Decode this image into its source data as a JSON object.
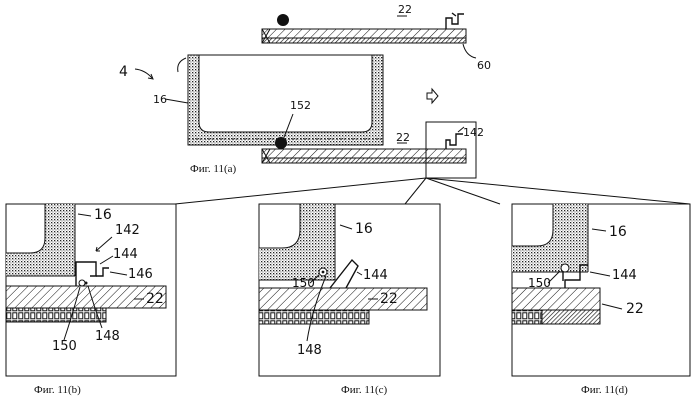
{
  "labels": {
    "ref_4": "4",
    "ref_16_main": "16",
    "ref_152": "152",
    "ref_22_top": "22",
    "ref_60": "60",
    "ref_22_lower": "22",
    "ref_142_main": "142",
    "ref_16_b": "16",
    "ref_142_b": "142",
    "ref_144_b": "144",
    "ref_146_b": "146",
    "ref_22_b": "22",
    "ref_150_b": "150",
    "ref_148_b": "148",
    "ref_16_c": "16",
    "ref_150_c": "150",
    "ref_144_c": "144",
    "ref_22_c": "22",
    "ref_148_c": "148",
    "ref_16_d": "16",
    "ref_150_d": "150",
    "ref_144_d": "144",
    "ref_22_d": "22"
  },
  "captions": {
    "fig_a": "Фиг. 11(a)",
    "fig_b": "Фиг. 11(b)",
    "fig_c": "Фиг. 11(c)",
    "fig_d": "Фиг. 11(d)"
  }
}
